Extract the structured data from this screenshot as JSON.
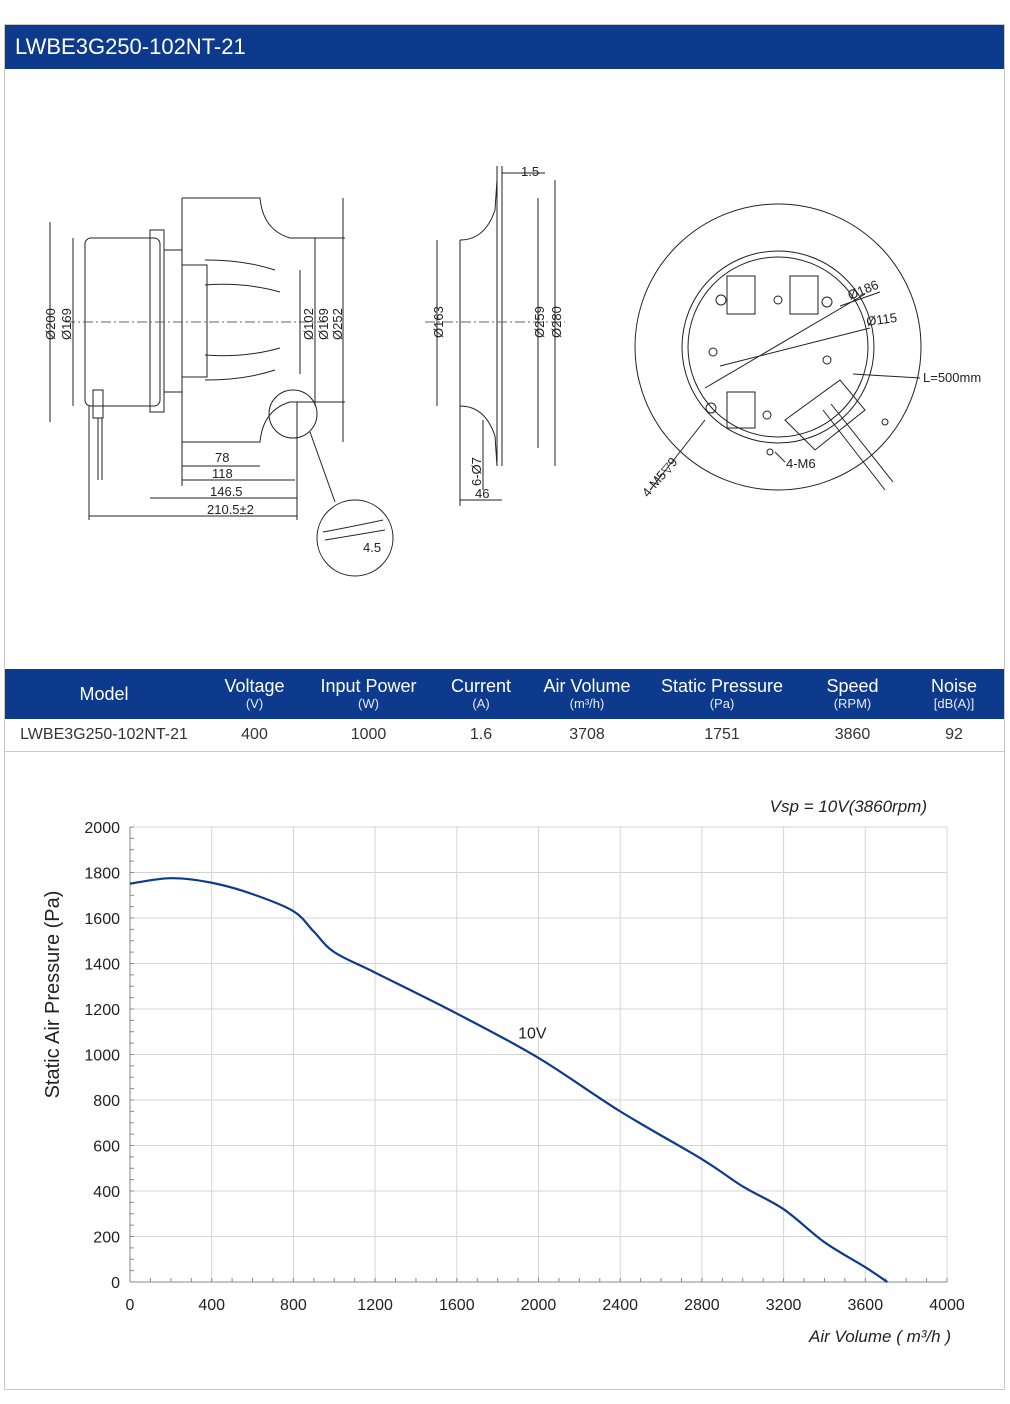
{
  "header": {
    "title": "LWBE3G250-102NT-21"
  },
  "drawing": {
    "side_dims_vertical": [
      "Ø200",
      "Ø169",
      "Ø102",
      "Ø169",
      "Ø252"
    ],
    "side_dims_horizontal": [
      "78",
      "118",
      "146.5",
      "210.5±2"
    ],
    "detail_dim": "4.5",
    "ring_dims_vertical": [
      "Ø163",
      "Ø259",
      "Ø280"
    ],
    "ring_dim_top": "1.5",
    "ring_dim_holes": "6-Ø7",
    "ring_dim_depth": "46",
    "front_dims": [
      "Ø186",
      "Ø115"
    ],
    "front_cable": "L=500mm",
    "front_screw_a": "4-M5▽9",
    "front_screw_b": "4-M6"
  },
  "spec": {
    "columns": [
      {
        "label": "Model",
        "unit": ""
      },
      {
        "label": "Voltage",
        "unit": "(V)"
      },
      {
        "label": "Input Power",
        "unit": "(W)"
      },
      {
        "label": "Current",
        "unit": "(A)"
      },
      {
        "label": "Air Volume",
        "unit": "(m³/h)"
      },
      {
        "label": "Static Pressure",
        "unit": "(Pa)"
      },
      {
        "label": "Speed",
        "unit": "(RPM)"
      },
      {
        "label": "Noise",
        "unit": "[dB(A)]"
      }
    ],
    "row": [
      "LWBE3G250-102NT-21",
      "400",
      "1000",
      "1.6",
      "3708",
      "1751",
      "3860",
      "92"
    ]
  },
  "chart_data": {
    "type": "line",
    "title": "Vsp = 10V(3860rpm)",
    "xlabel": "Air Volume ( m³/h )",
    "ylabel": "Static Air Pressure  (Pa)",
    "xlim": [
      0,
      4000
    ],
    "ylim": [
      0,
      2000
    ],
    "xticks": [
      0,
      400,
      800,
      1200,
      1600,
      2000,
      2400,
      2800,
      3200,
      3600,
      4000
    ],
    "yticks": [
      0,
      200,
      400,
      600,
      800,
      1000,
      1200,
      1400,
      1600,
      1800,
      2000
    ],
    "grid": true,
    "series": [
      {
        "name": "10V",
        "x": [
          0,
          200,
          400,
          600,
          800,
          900,
          1000,
          1200,
          1600,
          2000,
          2400,
          2800,
          3000,
          3200,
          3400,
          3600,
          3708
        ],
        "y": [
          1751,
          1775,
          1755,
          1705,
          1630,
          1540,
          1450,
          1360,
          1180,
          985,
          750,
          540,
          420,
          320,
          175,
          65,
          0
        ]
      }
    ]
  }
}
